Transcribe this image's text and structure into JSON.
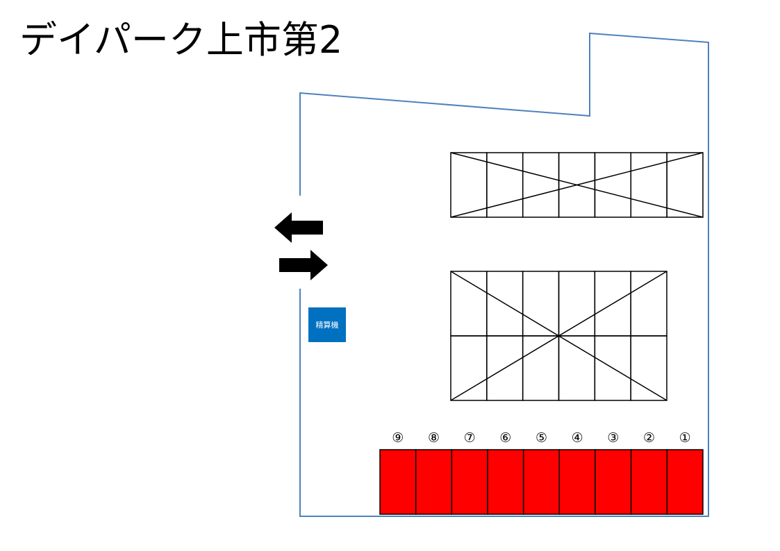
{
  "title": "デイパーク上市第2",
  "kiosk_label": "精算機",
  "colors": {
    "boundary": "#4f81bd",
    "kiosk": "#0070c0",
    "available": "#ff0000",
    "line": "#000000",
    "arrow": "#000000"
  },
  "icons": [
    "exit-arrow-left-icon",
    "entry-arrow-right-icon"
  ],
  "available_stalls": [
    {
      "label": "⑨"
    },
    {
      "label": "⑧"
    },
    {
      "label": "⑦"
    },
    {
      "label": "⑥"
    },
    {
      "label": "⑤"
    },
    {
      "label": "④"
    },
    {
      "label": "③"
    },
    {
      "label": "②"
    },
    {
      "label": "①"
    }
  ],
  "blocked_rows": [
    {
      "rows": 1,
      "cols": 7
    },
    {
      "rows": 2,
      "cols": 6
    }
  ]
}
